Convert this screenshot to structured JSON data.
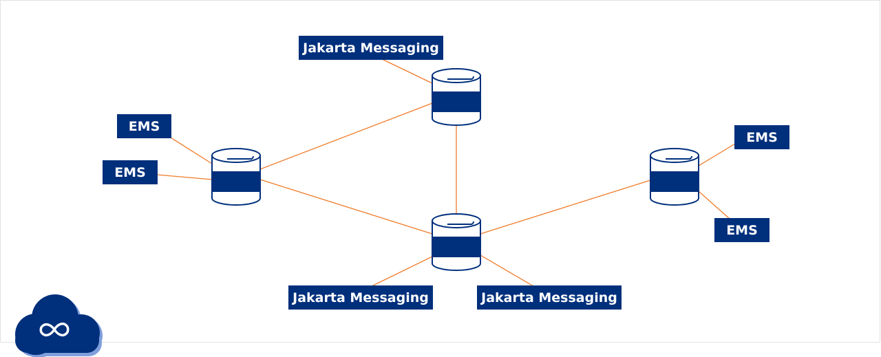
{
  "diagram": {
    "nodes": [
      {
        "id": "label-top",
        "label": "Jakarta Messaging"
      },
      {
        "id": "label-ems-left-1",
        "label": "EMS"
      },
      {
        "id": "label-ems-left-2",
        "label": "EMS"
      },
      {
        "id": "label-ems-right-1",
        "label": "EMS"
      },
      {
        "id": "label-ems-right-2",
        "label": "EMS"
      },
      {
        "id": "label-bottom-left",
        "label": "Jakarta Messaging"
      },
      {
        "id": "label-bottom-right",
        "label": "Jakarta Messaging"
      }
    ],
    "colors": {
      "navy": "#002f7c",
      "edge": "#f07b2a",
      "cloud_shadow": "#7f9fdc",
      "frame": "#e2e2e2"
    },
    "icons": [
      "database-icon",
      "cloud-icon",
      "infinity-icon"
    ]
  }
}
